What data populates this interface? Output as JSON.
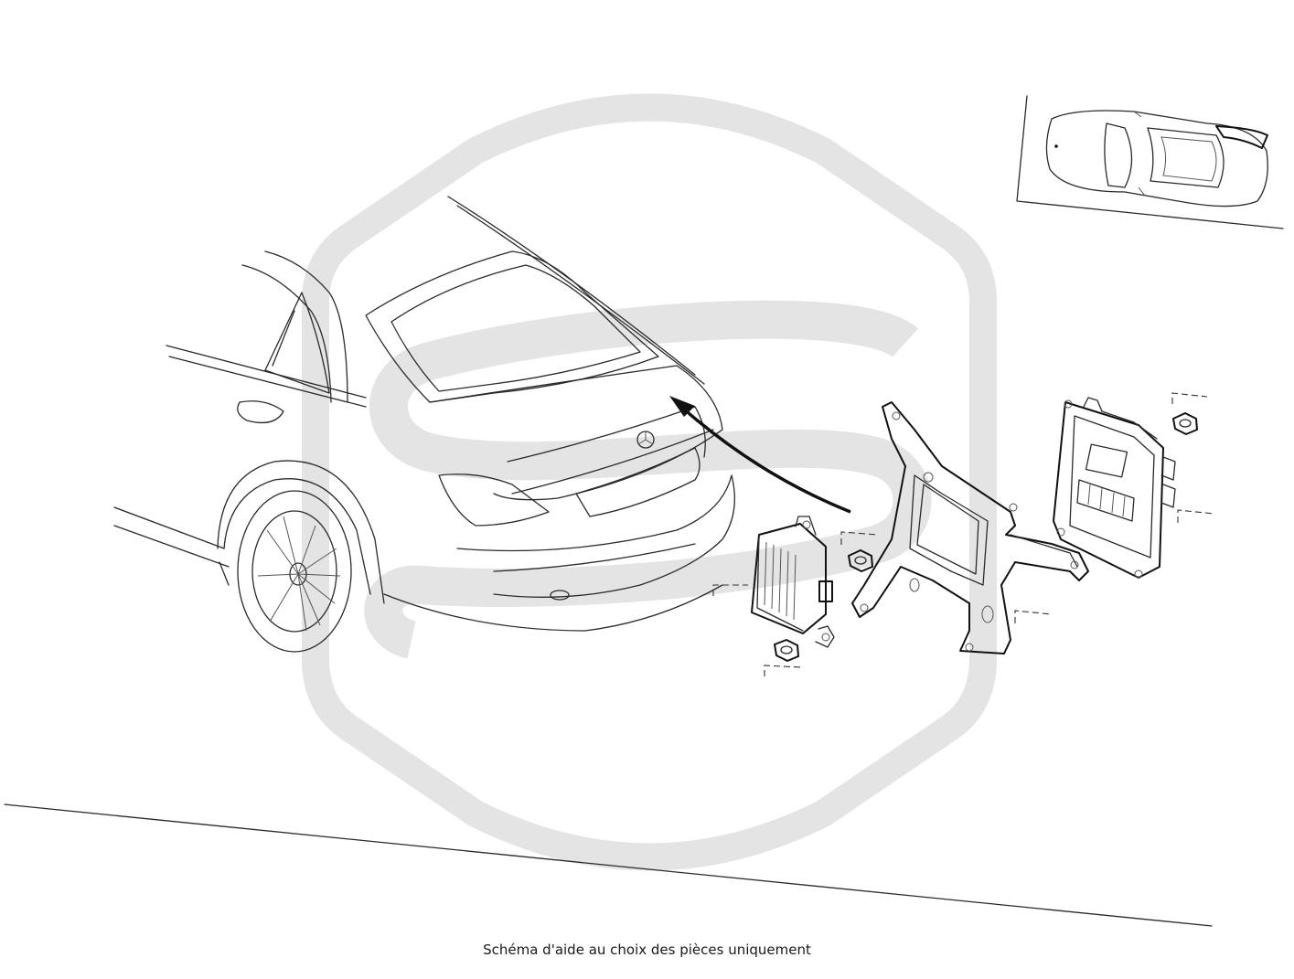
{
  "caption": "Schéma d'aide au choix des pièces uniquement",
  "colors": {
    "line": "#2a2a2a",
    "watermark": "#e4e4e4",
    "background": "#ffffff"
  },
  "icons": {
    "watermark": "hexagon-s-logo",
    "locator": "car-top-view-locator"
  }
}
